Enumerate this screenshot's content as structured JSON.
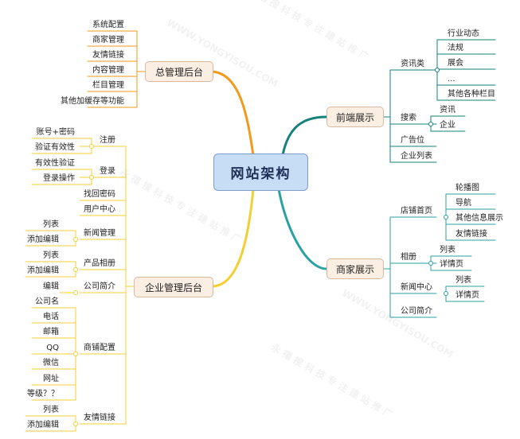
{
  "root": "网站架构",
  "branches": {
    "admin": "总管理后台",
    "front": "前端展示",
    "merchant": "商家展示",
    "enterprise": "企业管理后台"
  },
  "admin_items": [
    "系统配置",
    "商家管理",
    "友情链接",
    "内容管理",
    "栏目管理",
    "其他加缓存等功能"
  ],
  "front": {
    "news": {
      "label": "资讯类",
      "items": [
        "行业动态",
        "法规",
        "展会",
        "...",
        "其他各种栏目"
      ]
    },
    "search": {
      "label": "搜索",
      "items": [
        "资讯",
        "企业"
      ]
    },
    "ads": "广告位",
    "enterprise_list": "企业列表"
  },
  "merchant": {
    "home": {
      "label": "店铺首页",
      "items": [
        "轮播图",
        "导航",
        "其他信息展示",
        "友情链接"
      ]
    },
    "album": {
      "label": "相册",
      "items": [
        "列表",
        "详情页"
      ]
    },
    "news": {
      "label": "新闻中心",
      "items": [
        "列表",
        "详情页"
      ]
    },
    "intro": "公司简介"
  },
  "enterprise": {
    "register": {
      "label": "注册",
      "items": [
        "账号+密码",
        "验证有效性"
      ]
    },
    "login": {
      "label": "登录",
      "items": [
        "有效性验证",
        "登录操作"
      ]
    },
    "find_password": "找回密码",
    "user_center": "用户中心",
    "news_mgmt": {
      "label": "新闻管理",
      "items": [
        "列表",
        "添加编辑"
      ]
    },
    "album": {
      "label": "产品相册",
      "items": [
        "列表",
        "添加编辑"
      ]
    },
    "intro": {
      "label": "公司简介",
      "items": [
        "编辑"
      ]
    },
    "shop_config": {
      "label": "商铺配置",
      "items": [
        "公司名",
        "电话",
        "邮箱",
        "QQ",
        "微信",
        "网址",
        "等级？？"
      ]
    },
    "links": {
      "label": "友情链接",
      "items": [
        "列表",
        "添加编辑"
      ]
    }
  },
  "colors": {
    "admin": "#f39a1e",
    "front": "#16807a",
    "merchant": "#2aa1a1",
    "enterprise": "#f4cf33",
    "node_fill": "#fbeee3",
    "root_fill": "#c7dcf5"
  }
}
